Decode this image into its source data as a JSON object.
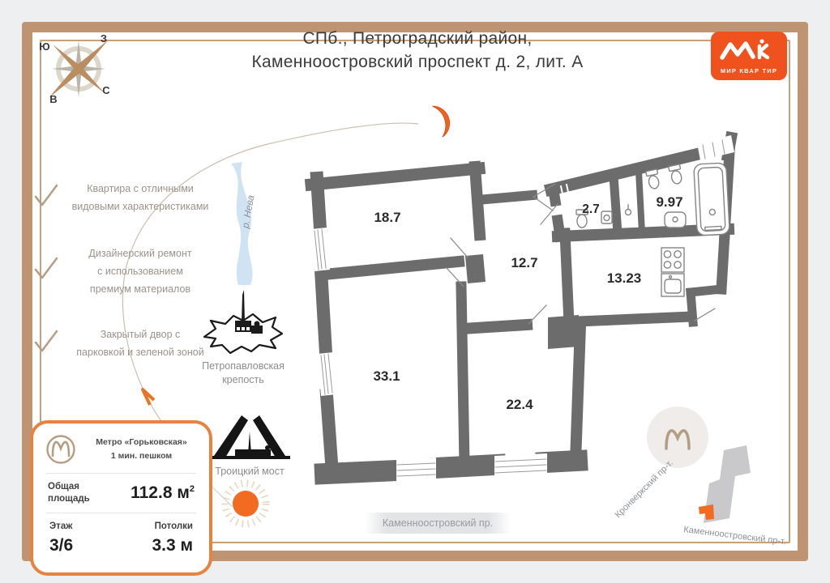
{
  "header": {
    "title_line1": "СПб., Петроградский район,",
    "title_line2": "Каменноостровский проспект д. 2, лит. А"
  },
  "logo": {
    "brand": "МИР КВАР ТИР"
  },
  "compass": {
    "south": "Ю",
    "west": "З",
    "east": "В",
    "north": "С"
  },
  "features": [
    {
      "lines": [
        "Квартира с отличными",
        "видовыми характеристиками"
      ]
    },
    {
      "lines": [
        "Дизайнерский ремонт",
        "с использованием",
        "премиум материалов"
      ]
    },
    {
      "lines": [
        "Закрытый двор с",
        "парковкой и зеленой зоной"
      ]
    }
  ],
  "landmarks": {
    "river": "р. Нева",
    "fortress": [
      "Петропавловская",
      "крепость"
    ],
    "bridge": "Троицкий мост"
  },
  "floor_plan": {
    "areas": {
      "living1": "18.7",
      "hall": "12.7",
      "wc": "2.7",
      "bath": "9.97",
      "kitchen": "13.23",
      "living2": "33.1",
      "living3": "22.4"
    }
  },
  "info_card": {
    "metro_name": "Метро «Горьковская»",
    "metro_walk": "1 мин. пешком",
    "area_label": [
      "Общая",
      "площадь"
    ],
    "area_value": "112.8 м",
    "area_sup": "2",
    "floor_label": "Этаж",
    "floor_value": "3/6",
    "ceiling_label": "Потолки",
    "ceiling_value": "3.3 м"
  },
  "street_band": {
    "label": "Каменноостровский пр."
  },
  "mini_map": {
    "street_top": "Кронверкский пр-т.",
    "street_bottom": "Каменноостровский пр-т."
  },
  "colors": {
    "accent_orange": "#f05a21",
    "frame_tan": "#bf9472",
    "wall_gray": "#6c6c6c",
    "check_tan": "#b59f86",
    "river_blue": "#cfe3f2"
  }
}
